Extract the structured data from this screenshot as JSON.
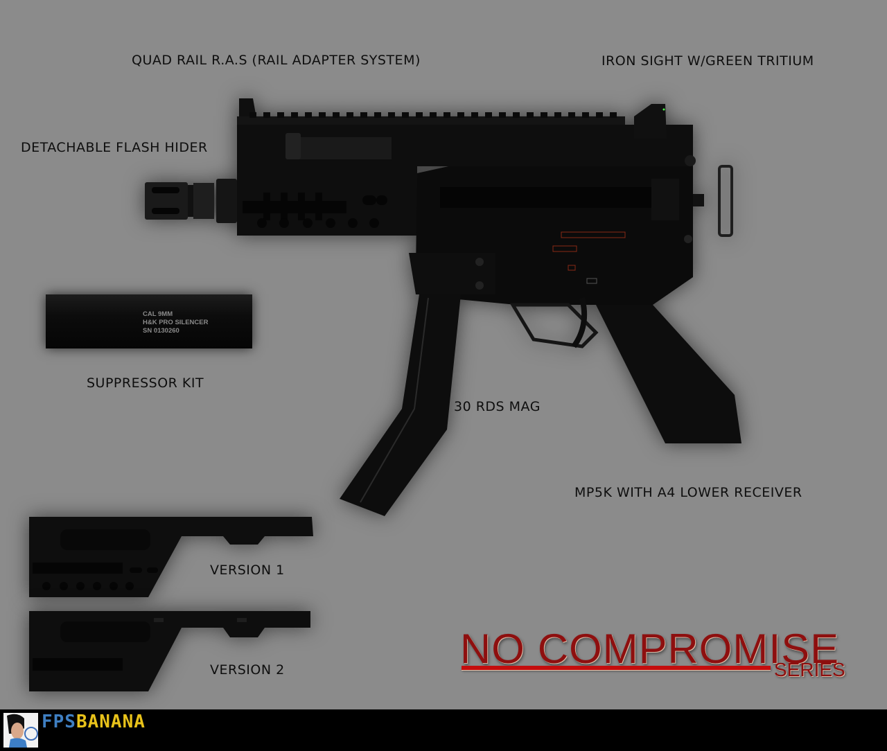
{
  "labels": {
    "quad_rail": "QUAD RAIL R.A.S (RAIL ADAPTER SYSTEM)",
    "iron_sight": "IRON SIGHT W/GREEN TRITIUM",
    "flash_hider": "DETACHABLE FLASH HIDER",
    "suppressor_kit": "SUPPRESSOR KIT",
    "mag": "30 RDS MAG",
    "receiver": "MP5K WITH A4 LOWER RECEIVER",
    "version1": "VERSION 1",
    "version2": "VERSION 2"
  },
  "suppressor_engraving": {
    "line1": "CAL 9MM",
    "line2": "H&K PRO SILENCER",
    "line3": "SN 0130260"
  },
  "branding": {
    "title": "NO COMPROMISE",
    "subtitle": "SERIES",
    "accent_color": "#8e0f0f",
    "underline_color": "#c40d0d"
  },
  "footer": {
    "logo_part1": "FPS",
    "logo_part2": "BANANA",
    "logo_color1": "#3f7fc2",
    "logo_color2": "#e8c21a"
  },
  "colors": {
    "background": "#8b8b8b",
    "weapon": "#0d0d0d",
    "text": "#0e0e0e"
  }
}
